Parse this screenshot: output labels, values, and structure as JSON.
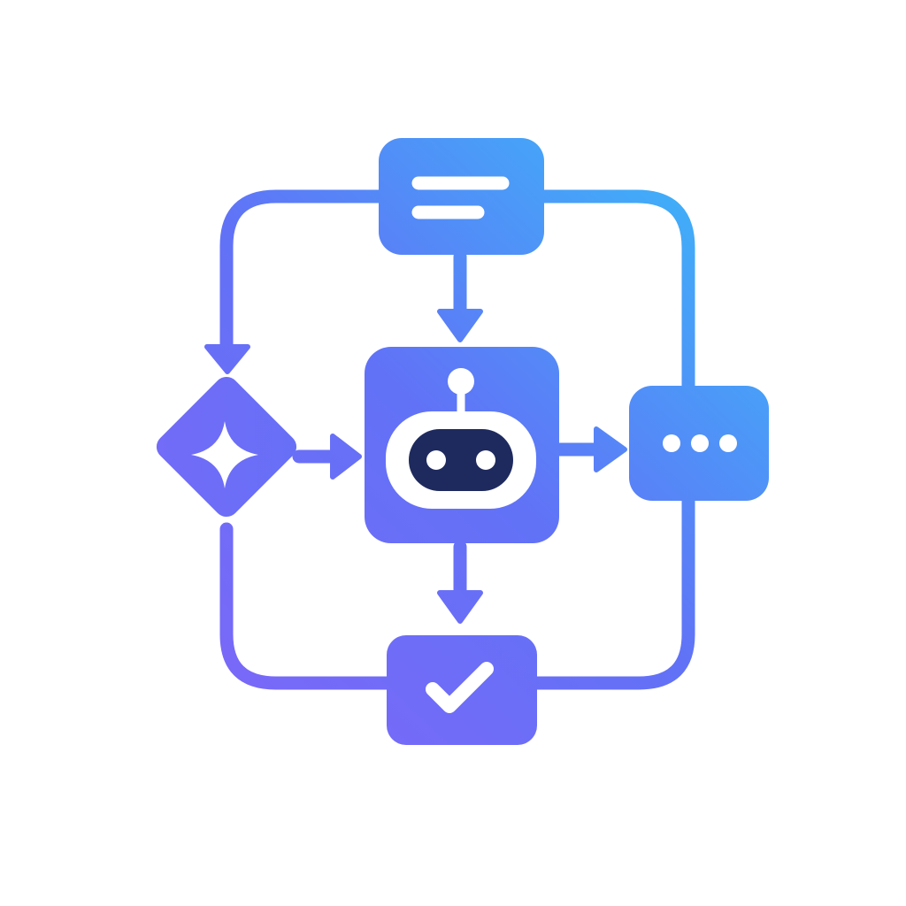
{
  "diagram": {
    "type": "workflow-icon",
    "nodes": [
      {
        "id": "document",
        "icon": "text-lines-icon"
      },
      {
        "id": "decision",
        "shape": "diamond",
        "icon": "sparkle-icon"
      },
      {
        "id": "agent",
        "icon": "robot-icon"
      },
      {
        "id": "message",
        "icon": "ellipsis-icon"
      },
      {
        "id": "result",
        "icon": "checkmark-icon"
      }
    ],
    "edges": [
      {
        "from": "document",
        "to": "agent"
      },
      {
        "from": "document",
        "to": "decision"
      },
      {
        "from": "decision",
        "to": "agent"
      },
      {
        "from": "agent",
        "to": "message"
      },
      {
        "from": "agent",
        "to": "result"
      },
      {
        "from": "document",
        "to": "message"
      },
      {
        "from": "decision",
        "to": "result"
      },
      {
        "from": "message",
        "to": "result"
      }
    ]
  },
  "colors": {
    "blue": "#38BDF8",
    "indigo": "#6172F7",
    "violet": "#8066F8",
    "robot_face": "#1E2A5E",
    "background": "#FFFFFF",
    "glyph": "#FFFFFF"
  }
}
